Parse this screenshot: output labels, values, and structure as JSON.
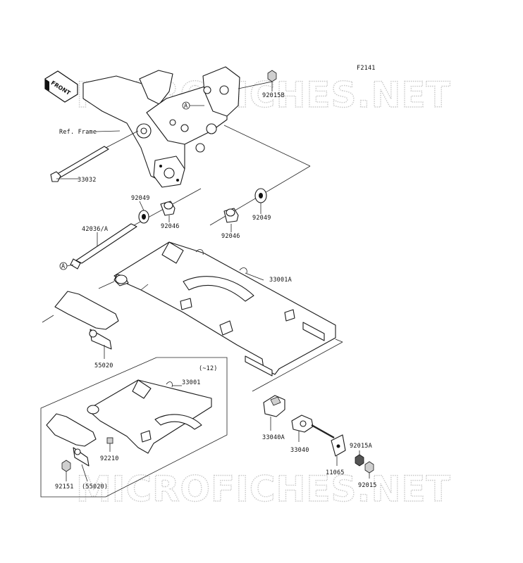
{
  "figure_code": "F2141",
  "front_arrow_label": "FRONT",
  "watermark_text": "MICROFICHES.NET",
  "callouts": {
    "a_symbol": "A",
    "a_symbol_2": "A",
    "ref_frame": "Ref. Frame",
    "p33032": "33032",
    "p92015b": "92015B",
    "p92049_l": "92049",
    "p92046_l": "92046",
    "p42036a": "42036/A",
    "p92046_r": "92046",
    "p92049_r": "92049",
    "p33001a": "33001A",
    "p55020": "55020",
    "inset_note": "(~12)",
    "p33001": "33001",
    "p92210": "92210",
    "p92151": "92151",
    "p55020_paren": "(55020)",
    "p33040a": "33040A",
    "p33040": "33040",
    "p92015a": "92015A",
    "p11065": "11065",
    "p92015": "92015"
  }
}
